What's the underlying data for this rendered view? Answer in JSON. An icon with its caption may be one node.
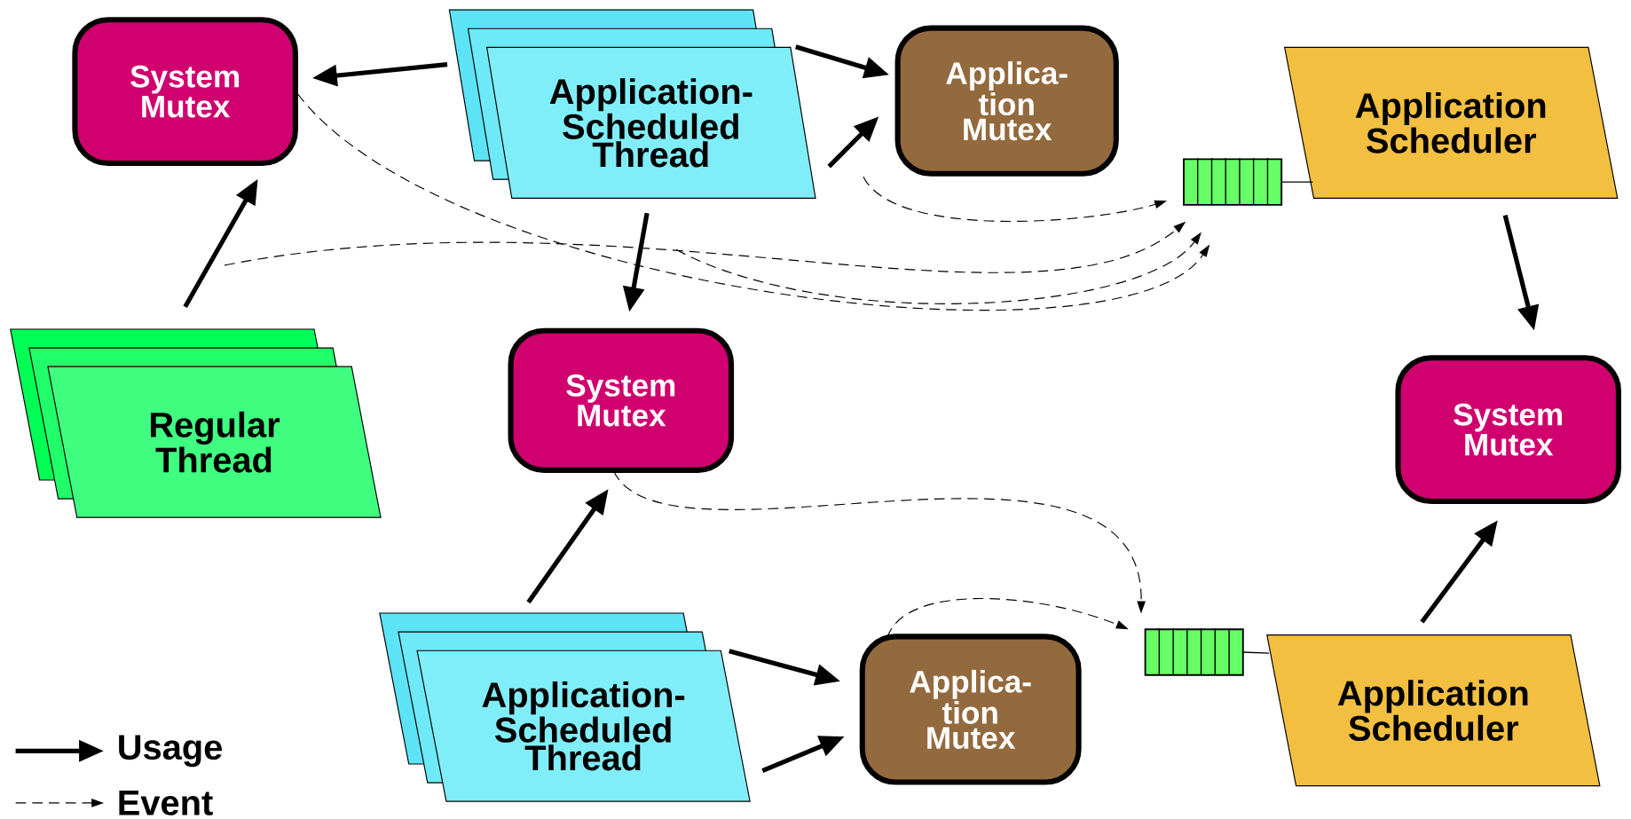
{
  "diagram": {
    "nodes": [
      {
        "text": [
          "System Mutex"
        ]
      },
      {
        "text": [
          "Application-Scheduled Thread"
        ]
      },
      {
        "text": [
          "Applica-tion Mutex"
        ]
      },
      {
        "text": [],
        "shape": "box"
      },
      {
        "text": [
          "Application Scheduler"
        ]
      },
      {
        "text": [
          "Regular Thread"
        ]
      },
      {
        "text": [
          "System Mutex"
        ]
      },
      {
        "text": [
          "System Mutex"
        ]
      },
      {
        "text": [
          "Application-Scheduled Thread"
        ]
      },
      {
        "text": [
          "Applica-tion Mutex"
        ]
      },
      {
        "text": [],
        "shape": "box"
      },
      {
        "text": [
          "Application Scheduler"
        ]
      }
    ],
    "edges": [
      {
        "from": 1,
        "to": 0,
        "arrow": "to"
      },
      {
        "from": 1,
        "to": 2,
        "arrow": "to"
      },
      {
        "from": 1,
        "to": 2,
        "arrow": "to"
      },
      {
        "from": 5,
        "to": 0,
        "arrow": "to"
      },
      {
        "from": 1,
        "to": 6,
        "arrow": "to"
      },
      {
        "from": 4,
        "to": 7,
        "arrow": "to"
      },
      {
        "from": 11,
        "to": 7,
        "arrow": "to"
      },
      {
        "from": 8,
        "to": 6,
        "arrow": "to"
      },
      {
        "from": 8,
        "to": 9,
        "arrow": "to"
      },
      {
        "from": 8,
        "to": 9,
        "arrow": "to"
      },
      {
        "from": 3,
        "to": 4,
        "arrow": "none"
      },
      {
        "from": 10,
        "to": 11,
        "arrow": "none"
      },
      {
        "from": 0,
        "to": 3,
        "arrow": "to",
        "style": "dashed"
      },
      {
        "from": 5,
        "to": 3,
        "arrow": "to",
        "style": "dashed"
      },
      {
        "from": 1,
        "to": 3,
        "arrow": "to",
        "style": "dashed"
      },
      {
        "from": 2,
        "to": 3,
        "arrow": "to",
        "style": "dashed"
      },
      {
        "from": 6,
        "to": 10,
        "arrow": "to",
        "style": "dashed"
      },
      {
        "from": 9,
        "to": 10,
        "arrow": "to",
        "style": "dashed"
      }
    ],
    "legend": [
      {
        "text": "Usage"
      },
      {
        "text": "Event"
      }
    ]
  }
}
